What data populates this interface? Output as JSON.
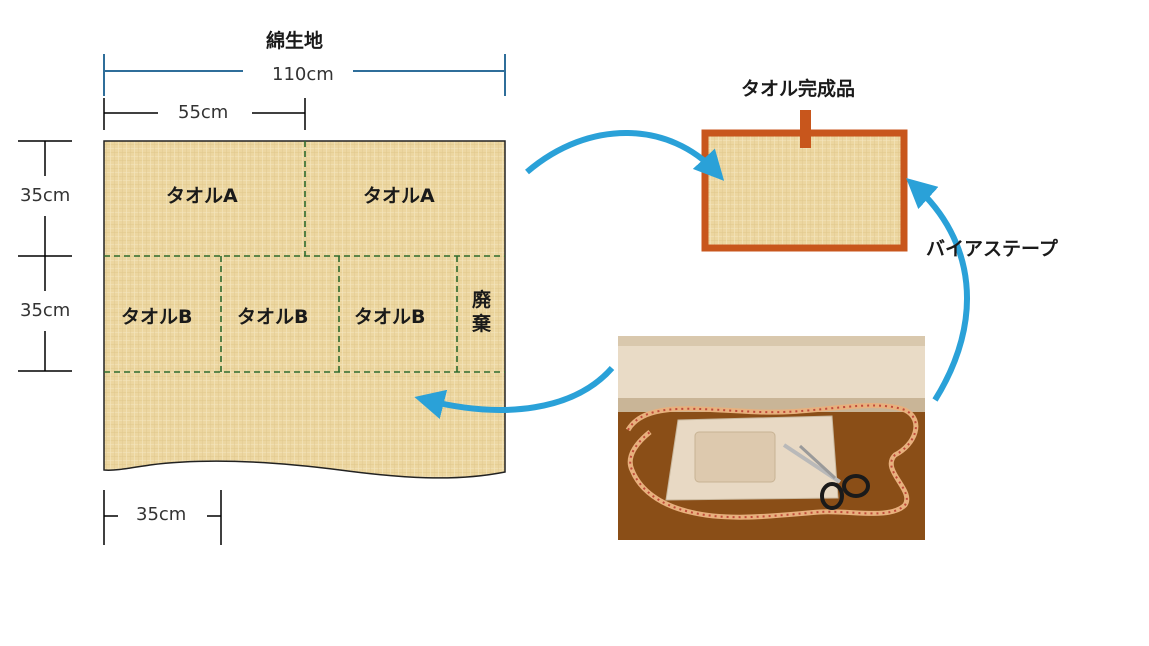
{
  "fabric": {
    "title": "綿生地",
    "width_label": "110cm",
    "half_width_label": "55cm",
    "row1_height_label": "35cm",
    "row2_height_label": "35cm",
    "piece_width_label": "35cm"
  },
  "pieces": {
    "towel_a_1": "タオルA",
    "towel_a_2": "タオルA",
    "towel_b_1": "タオルB",
    "towel_b_2": "タオルB",
    "towel_b_3": "タオルB",
    "waste": "廃棄"
  },
  "finished": {
    "title": "タオル完成品"
  },
  "bias_tape": {
    "label": "バイアステープ"
  },
  "colors": {
    "fabric": "#ecd6a0",
    "cut_line": "#2e6b2e",
    "dimension_line": "#2f6e9a",
    "arrow": "#2aa1d8",
    "towel_border": "#c8561c"
  }
}
